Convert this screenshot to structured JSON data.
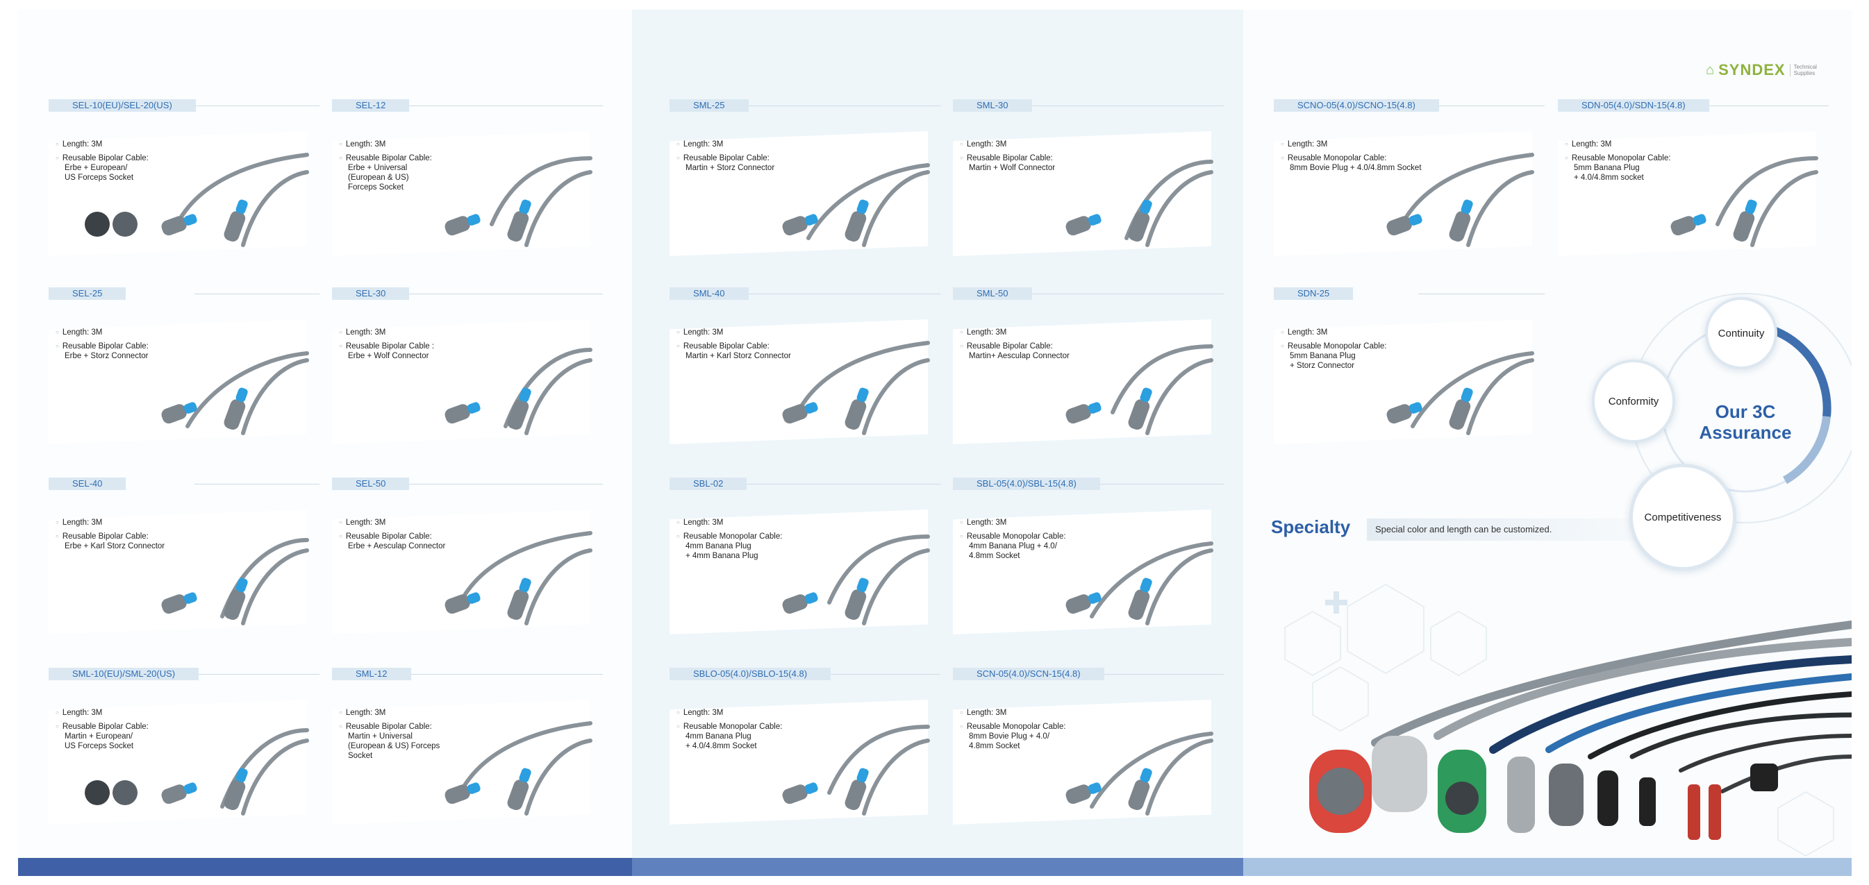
{
  "brand": {
    "name": "SYNDEX",
    "tagline": "Technical\nSupplies"
  },
  "products": [
    {
      "code": "SEL-10(EU)/SEL-20(US)",
      "length": "Length: 3M",
      "desc": "Reusable Bipolar Cable:\nErbe + European/\nUS Forceps Socket",
      "socket_view": true
    },
    {
      "code": "SEL-12",
      "length": "Length: 3M",
      "desc": "Reusable Bipolar Cable:\nErbe + Universal\n(European & US)\nForceps Socket"
    },
    {
      "code": "SML-25",
      "length": "Length: 3M",
      "desc": "Reusable Bipolar Cable:\nMartin + Storz Connector"
    },
    {
      "code": "SML-30",
      "length": "Length: 3M",
      "desc": "Reusable Bipolar Cable:\nMartin + Wolf Connector"
    },
    {
      "code": "SCNO-05(4.0)/SCNO-15(4.8)",
      "length": "Length: 3M",
      "desc": "Reusable Monopolar Cable:\n8mm Bovie Plug + 4.0/4.8mm Socket"
    },
    {
      "code": "SDN-05(4.0)/SDN-15(4.8)",
      "length": "Length: 3M",
      "desc": "Reusable Monopolar Cable:\n5mm Banana Plug\n+ 4.0/4.8mm socket"
    },
    {
      "code": "SEL-25",
      "length": "Length: 3M",
      "desc": "Reusable Bipolar Cable:\nErbe + Storz Connector"
    },
    {
      "code": "SEL-30",
      "length": "Length: 3M",
      "desc": "Reusable Bipolar Cable :\nErbe + Wolf Connector"
    },
    {
      "code": "SML-40",
      "length": "Length: 3M",
      "desc": "Reusable Bipolar Cable:\nMartin + Karl Storz Connector"
    },
    {
      "code": "SML-50",
      "length": "Length: 3M",
      "desc": "Reusable Bipolar Cable:\nMartin+ Aesculap Connector"
    },
    {
      "code": "SDN-25",
      "length": "Length: 3M",
      "desc": "Reusable Monopolar Cable:\n5mm Banana Plug\n+ Storz Connector"
    },
    {
      "code": "SEL-40",
      "length": "Length: 3M",
      "desc": "Reusable Bipolar Cable:\nErbe + Karl Storz Connector"
    },
    {
      "code": "SEL-50",
      "length": "Length: 3M",
      "desc": "Reusable Bipolar Cable:\nErbe + Aesculap Connector"
    },
    {
      "code": "SBL-02",
      "length": "Length: 3M",
      "desc": "Reusable Monopolar Cable:\n4mm Banana Plug\n+ 4mm Banana Plug"
    },
    {
      "code": "SBL-05(4.0)/SBL-15(4.8)",
      "length": "Length: 3M",
      "desc": "Reusable Monopolar Cable:\n4mm Banana Plug + 4.0/\n4.8mm Socket"
    },
    {
      "code": "SML-10(EU)/SML-20(US)",
      "length": "Length: 3M",
      "desc": "Reusable Bipolar Cable:\nMartin + European/\nUS Forceps Socket",
      "socket_view": true
    },
    {
      "code": "SML-12",
      "length": "Length: 3M",
      "desc": "Reusable Bipolar Cable:\nMartin + Universal\n(European & US) Forceps\nSocket"
    },
    {
      "code": "SBLO-05(4.0)/SBLO-15(4.8)",
      "length": "Length: 3M",
      "desc": "Reusable Monopolar Cable:\n4mm Banana Plug\n+ 4.0/4.8mm Socket"
    },
    {
      "code": "SCN-05(4.0)/SCN-15(4.8)",
      "length": "Length: 3M",
      "desc": "Reusable Monopolar Cable:\n8mm Bovie Plug + 4.0/\n4.8mm Socket"
    }
  ],
  "specialty": {
    "title": "Specialty",
    "note": "Special color and length can be customized."
  },
  "assurance": {
    "title": "Our 3C\nAssurance",
    "items": [
      "Continuity",
      "Conformity",
      "Competitiveness"
    ]
  },
  "colors": {
    "header_bg": "#dbe8f2",
    "header_text": "#2f6db3",
    "accent_blue": "#2d5fa6",
    "cable_grey": "#8a9299",
    "strain_relief_blue": "#2b9fe0",
    "bar_left": "#3f5fa6",
    "bar_mid": "#5f82bf",
    "bar_right": "#a9c4e3"
  },
  "icons": [
    "cable-icon",
    "socket-face-icon",
    "brand-logo-icon",
    "hexagon-pattern-icon"
  ]
}
